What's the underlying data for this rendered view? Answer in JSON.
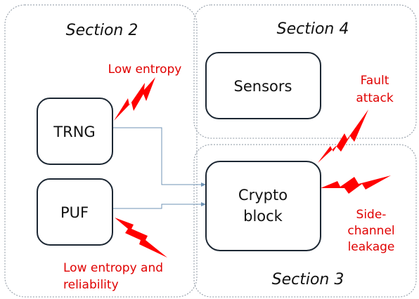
{
  "sections": {
    "section_2": "Section 2",
    "section_4": "Section 4",
    "section_3": "Section 3"
  },
  "blocks": {
    "trng": "TRNG",
    "puf": "PUF",
    "sensors": "Sensors",
    "crypto_line1": "Crypto",
    "crypto_line2": "block"
  },
  "threats": {
    "low_entropy": "Low entropy",
    "fault_line1": "Fault",
    "fault_line2": "attack",
    "side_line1": "Side-",
    "side_line2": "channel",
    "side_line3": "leakage",
    "puf_line1": "Low entropy and",
    "puf_line2": "reliability"
  },
  "colors": {
    "threat": "#e00000",
    "lightning": "#ff0000",
    "connector": "#6f93b5"
  },
  "icons": [
    "lightning-bolt-icon",
    "arrow-icon"
  ]
}
